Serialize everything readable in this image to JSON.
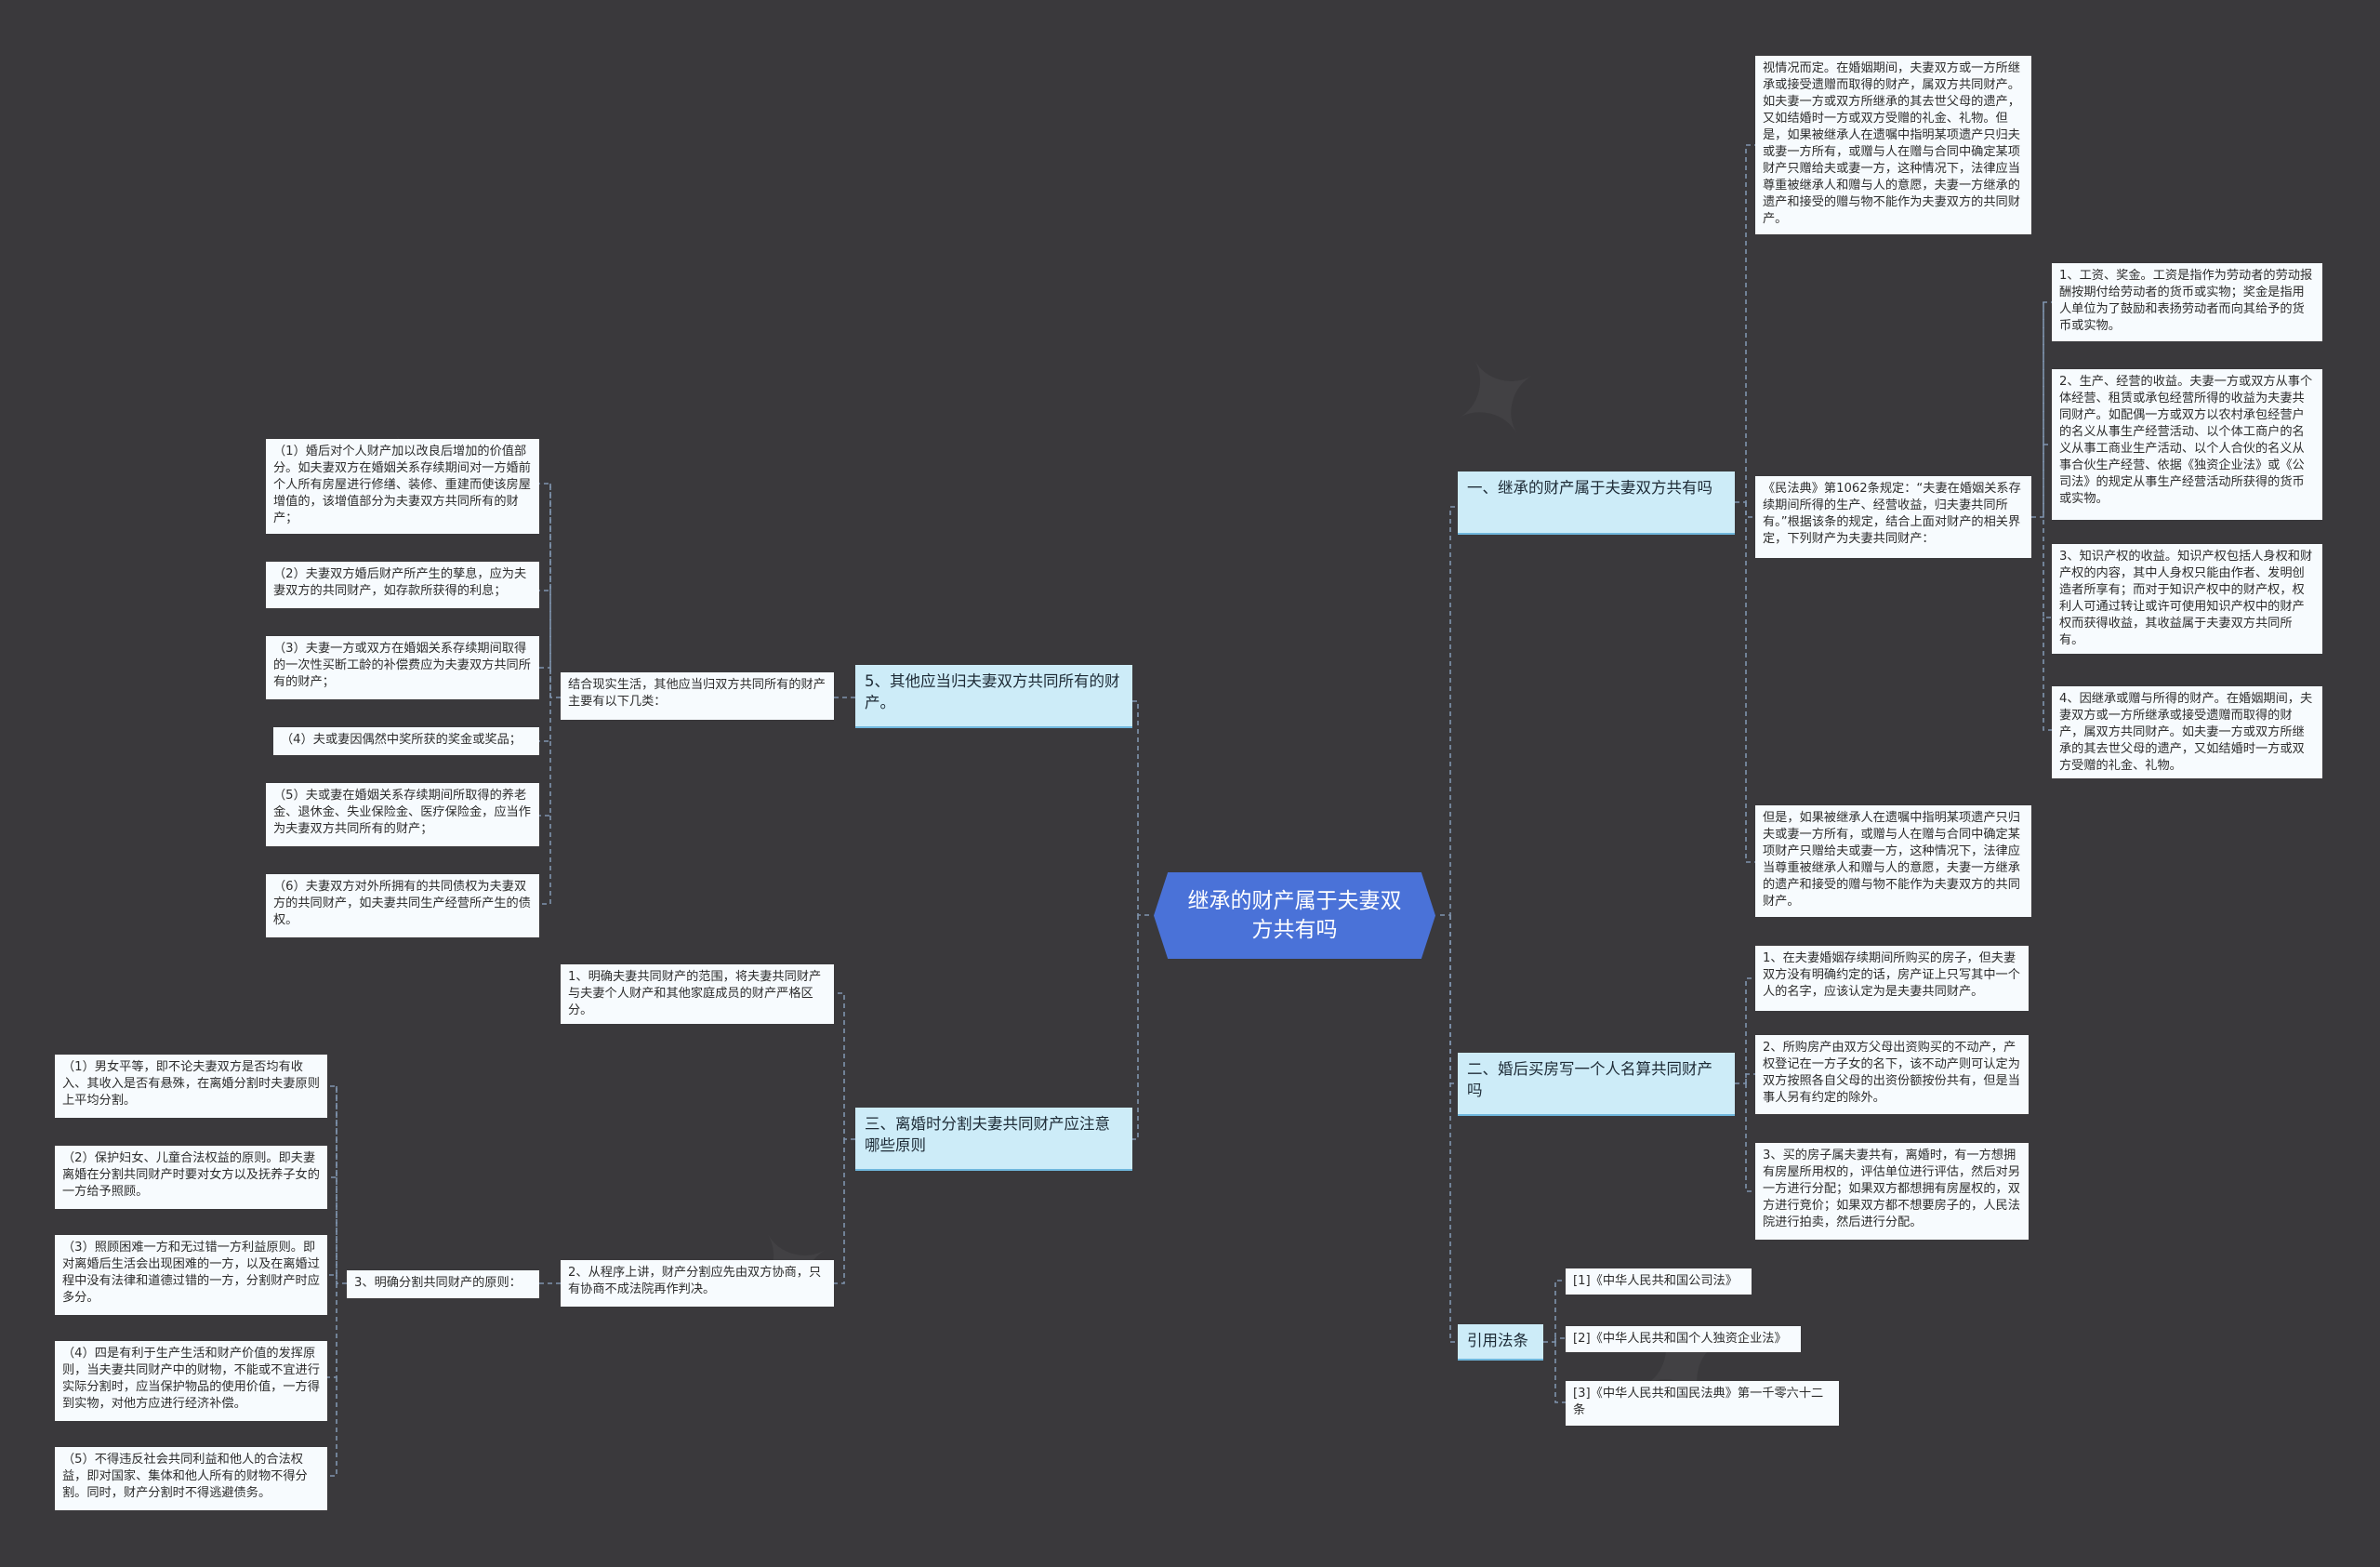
{
  "root": {
    "title": "继承的财产属于夫妻双方共有吗"
  },
  "right": {
    "inherit": {
      "label": "一、继承的财产属于夫妻双方共有吗",
      "desc": "视情况而定。在婚姻期间，夫妻双方或一方所继承或接受遗赠而取得的财产，属双方共同财产。如夫妻一方或双方所继承的其去世父母的遗产，又如结婚时一方或双方受赠的礼金、礼物。但是，如果被继承人在遗嘱中指明某项遗产只归夫或妻一方所有，或赠与人在赠与合同中确定某项财产只赠给夫或妻一方，这种情况下，法律应当尊重被继承人和赠与人的意愿，夫妻一方继承的遗产和接受的赠与物不能作为夫妻双方的共同财产。",
      "law": "《民法典》第1062条规定：“夫妻在婚姻关系存续期间所得的生产、经营收益，归夫妻共同所有。”根据该条的规定，结合上面对财产的相关界定，下列财产为夫妻共同财产：",
      "items": [
        "1、工资、奖金。工资是指作为劳动者的劳动报酬按期付给劳动者的货币或实物；奖金是指用人单位为了鼓励和表扬劳动者而向其给予的货币或实物。",
        "2、生产、经营的收益。夫妻一方或双方从事个体经营、租赁或承包经营所得的收益为夫妻共同财产。如配偶一方或双方以农村承包经营户的名义从事生产经营活动、以个体工商户的名义从事工商业生产活动、以个人合伙的名义从事合伙生产经营、依据《独资企业法》或《公司法》的规定从事生产经营活动所获得的货币或实物。",
        "3、知识产权的收益。知识产权包括人身权和财产权的内容，其中人身权只能由作者、发明创造者所享有；而对于知识产权中的财产权，权利人可通过转让或许可使用知识产权中的财产权而获得收益，其收益属于夫妻双方共同所有。",
        "4、因继承或赠与所得的财产。在婚姻期间，夫妻双方或一方所继承或接受遗赠而取得的财产，属双方共同财产。如夫妻一方或双方所继承的其去世父母的遗产，又如结婚时一方或双方受赠的礼金、礼物。"
      ],
      "exception": "但是，如果被继承人在遗嘱中指明某项遗产只归夫或妻一方所有，或赠与人在赠与合同中确定某项财产只赠给夫或妻一方，这种情况下，法律应当尊重被继承人和赠与人的意愿，夫妻一方继承的遗产和接受的赠与物不能作为夫妻双方的共同财产。"
    },
    "house": {
      "label": "二、婚后买房写一个人名算共同财产吗",
      "items": [
        "1、在夫妻婚姻存续期间所购买的房子，但夫妻双方没有明确约定的话，房产证上只写其中一个人的名字，应该认定为是夫妻共同财产。",
        "2、所购房产由双方父母出资购买的不动产，产权登记在一方子女的名下，该不动产则可认定为双方按照各自父母的出资份额按份共有，但是当事人另有约定的除外。",
        "3、买的房子属夫妻共有，离婚时，有一方想拥有房屋所用权的，评估单位进行评估，然后对另一方进行分配；如果双方都想拥有房屋权的，双方进行竞价；如果双方都不想要房子的，人民法院进行拍卖，然后进行分配。"
      ]
    },
    "refs": {
      "label": "引用法条",
      "items": [
        "[1]《中华人民共和国公司法》",
        "[2]《中华人民共和国个人独资企业法》",
        "[3]《中华人民共和国民法典》第一千零六十二条"
      ]
    }
  },
  "left": {
    "other": {
      "label": "5、其他应当归夫妻双方共同所有的财产。",
      "summary": "结合现实生活，其他应当归双方共同所有的财产主要有以下几类：",
      "items": [
        "（1）婚后对个人财产加以改良后增加的价值部分。如夫妻双方在婚姻关系存续期间对一方婚前个人所有房屋进行修缮、装修、重建而使该房屋增值的，该增值部分为夫妻双方共同所有的财产；",
        "（2）夫妻双方婚后财产所产生的孳息，应为夫妻双方的共同财产，如存款所获得的利息；",
        "（3）夫妻一方或双方在婚姻关系存续期间取得的一次性买断工龄的补偿费应为夫妻双方共同所有的财产；",
        "（4）夫或妻因偶然中奖所获的奖金或奖品；",
        "（5）夫或妻在婚姻关系存续期间所取得的养老金、退休金、失业保险金、医疗保险金，应当作为夫妻双方共同所有的财产；",
        "（6）夫妻双方对外所拥有的共同债权为夫妻双方的共同财产，如夫妻共同生产经营所产生的债权。"
      ]
    },
    "divorce": {
      "label": "三、离婚时分割夫妻共同财产应注意哪些原则",
      "items": [
        "1、明确夫妻共同财产的范围，将夫妻共同财产与夫妻个人财产和其他家庭成员的财产严格区分。",
        "2、从程序上讲，财产分割应先由双方协商，只有协商不成法院再作判决。",
        "3、明确分割共同财产的原则："
      ],
      "principles": [
        "（1）男女平等，即不论夫妻双方是否均有收入、其收入是否有悬殊，在离婚分割时夫妻原则上平均分割。",
        "（2）保护妇女、儿童合法权益的原则。即夫妻离婚在分割共同财产时要对女方以及抚养子女的一方给予照顾。",
        "（3）照顾困难一方和无过错一方利益原则。即对离婚后生活会出现困难的一方，以及在离婚过程中没有法律和道德过错的一方，分割财产时应多分。",
        "（4）四是有利于生产生活和财产价值的发挥原则，当夫妻共同财产中的财物，不能或不宜进行实际分割时，应当保护物品的使用价值，一方得到实物，对他方应进行经济补偿。",
        "（5）不得违反社会共同利益和他人的合法权益，即对国家、集体和他人所有的财物不得分割。同时，财产分割时不得逃避债务。"
      ]
    }
  }
}
